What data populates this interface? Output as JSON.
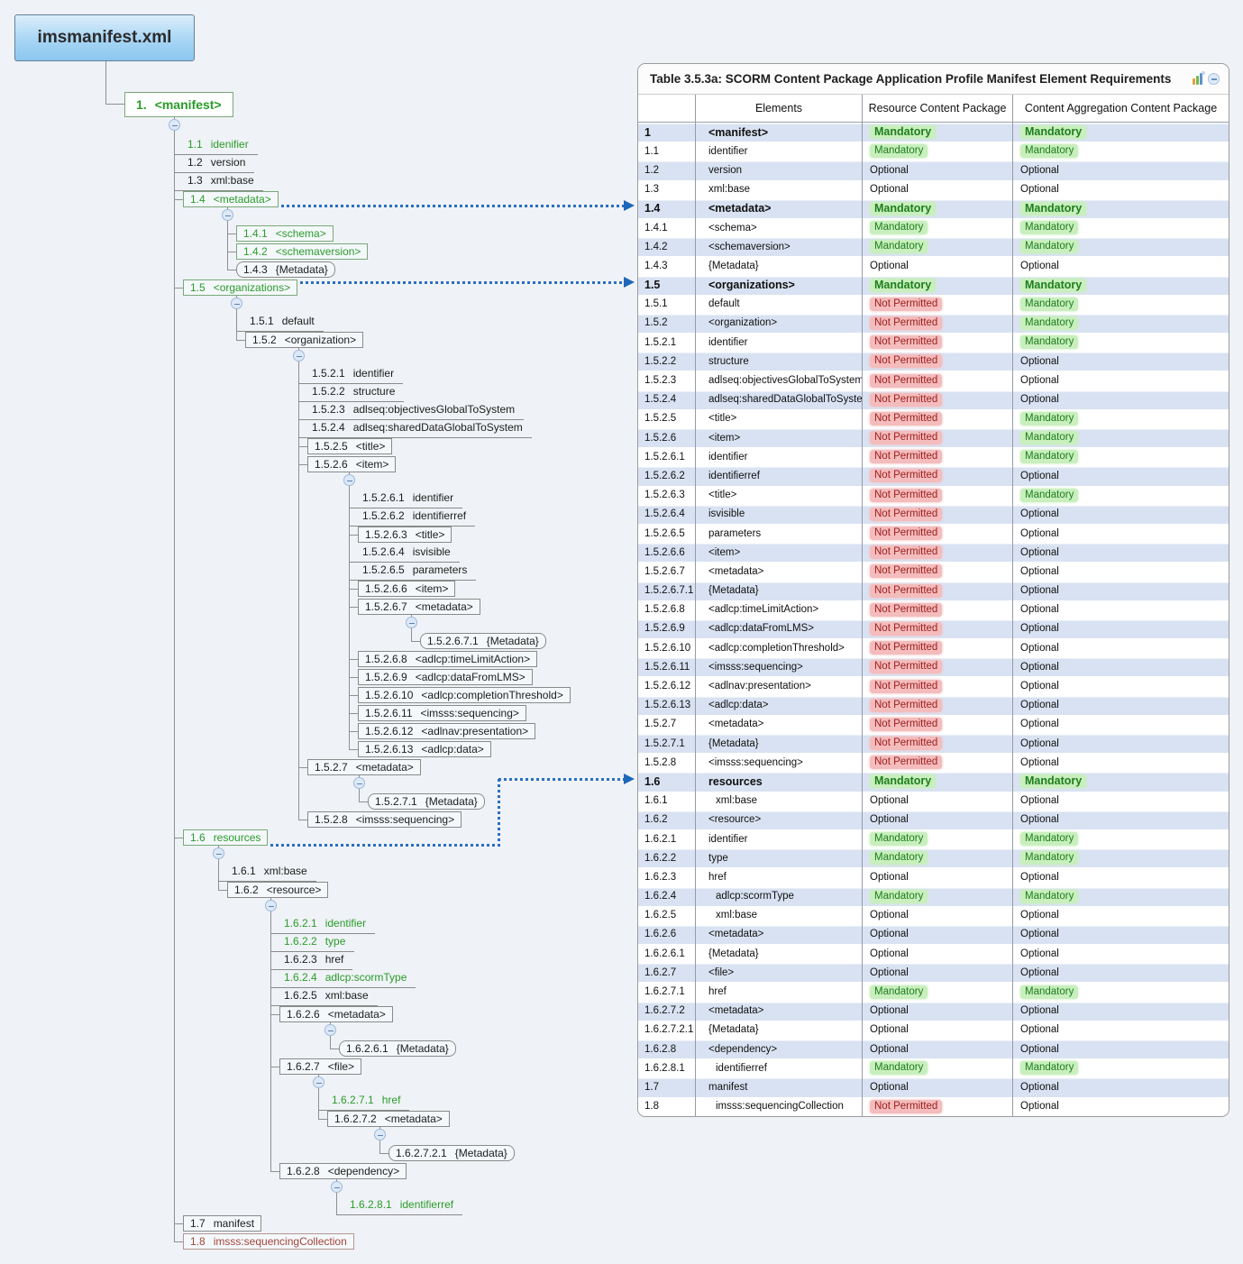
{
  "root": {
    "label": "imsmanifest.xml"
  },
  "colors": {
    "green": "#2a9c2a",
    "red": "#a4443a",
    "arrow_blue": "#2a6fc2",
    "row_blue": "#d9e2f2",
    "mandatory_text": "#1e7e1e",
    "mandatory_bg": "#c8efbd",
    "not_permitted_text": "#9c1d1d",
    "not_permitted_bg": "#f4bcbc"
  },
  "tree": {
    "root": {
      "n": "1.",
      "t": "<manifest>",
      "k": "box",
      "c": "green",
      "trunk": 193,
      "children": [
        {
          "n": "1.1",
          "t": "idenifier",
          "k": "u",
          "c": "green"
        },
        {
          "n": "1.2",
          "t": "version",
          "k": "u",
          "c": "black"
        },
        {
          "n": "1.3",
          "t": "xml:base",
          "k": "u",
          "c": "black"
        },
        {
          "n": "1.4",
          "t": "<metadata>",
          "k": "box",
          "c": "green",
          "trunk": 252,
          "children": [
            {
              "n": "1.4.1",
              "t": "<schema>",
              "k": "box",
              "c": "green"
            },
            {
              "n": "1.4.2",
              "t": "<schemaversion>",
              "k": "box",
              "c": "green"
            },
            {
              "n": "1.4.3",
              "t": "{Metadata}",
              "k": "round",
              "c": "black"
            }
          ]
        },
        {
          "n": "1.5",
          "t": "<organizations>",
          "k": "box",
          "c": "green",
          "trunk": 262,
          "children": [
            {
              "n": "1.5.1",
              "t": "default",
              "k": "u",
              "c": "black"
            },
            {
              "n": "1.5.2",
              "t": "<organization>",
              "k": "box",
              "c": "black",
              "trunk": 331,
              "children": [
                {
                  "n": "1.5.2.1",
                  "t": "identifier",
                  "k": "u",
                  "c": "black"
                },
                {
                  "n": "1.5.2.2",
                  "t": "structure",
                  "k": "u",
                  "c": "black"
                },
                {
                  "n": "1.5.2.3",
                  "t": "adlseq:objectivesGlobalToSystem",
                  "k": "u",
                  "c": "black"
                },
                {
                  "n": "1.5.2.4",
                  "t": "adlseq:sharedDataGlobalToSystem",
                  "k": "u",
                  "c": "black"
                },
                {
                  "n": "1.5.2.5",
                  "t": "<title>",
                  "k": "box",
                  "c": "black"
                },
                {
                  "n": "1.5.2.6",
                  "t": "<item>",
                  "k": "box",
                  "c": "black",
                  "trunk": 387,
                  "children": [
                    {
                      "n": "1.5.2.6.1",
                      "t": "identifier",
                      "k": "u",
                      "c": "black"
                    },
                    {
                      "n": "1.5.2.6.2",
                      "t": "identifierref",
                      "k": "u",
                      "c": "black"
                    },
                    {
                      "n": "1.5.2.6.3",
                      "t": "<title>",
                      "k": "box",
                      "c": "black"
                    },
                    {
                      "n": "1.5.2.6.4",
                      "t": "isvisible",
                      "k": "u",
                      "c": "black"
                    },
                    {
                      "n": "1.5.2.6.5",
                      "t": "parameters",
                      "k": "u",
                      "c": "black"
                    },
                    {
                      "n": "1.5.2.6.6",
                      "t": "<item>",
                      "k": "box",
                      "c": "black"
                    },
                    {
                      "n": "1.5.2.6.7",
                      "t": "<metadata>",
                      "k": "box",
                      "c": "black",
                      "trunk": 456,
                      "children": [
                        {
                          "n": "1.5.2.6.7.1",
                          "t": "{Metadata}",
                          "k": "round",
                          "c": "black"
                        }
                      ]
                    },
                    {
                      "n": "1.5.2.6.8",
                      "t": "<adlcp:timeLimitAction>",
                      "k": "box",
                      "c": "black"
                    },
                    {
                      "n": "1.5.2.6.9",
                      "t": "<adlcp:dataFromLMS>",
                      "k": "box",
                      "c": "black"
                    },
                    {
                      "n": "1.5.2.6.10",
                      "t": "<adlcp:completionThreshold>",
                      "k": "box",
                      "c": "black"
                    },
                    {
                      "n": "1.5.2.6.11",
                      "t": "<imsss:sequencing>",
                      "k": "box",
                      "c": "black"
                    },
                    {
                      "n": "1.5.2.6.12",
                      "t": "<adlnav:presentation>",
                      "k": "box",
                      "c": "black"
                    },
                    {
                      "n": "1.5.2.6.13",
                      "t": "<adlcp:data>",
                      "k": "box",
                      "c": "black"
                    }
                  ]
                },
                {
                  "n": "1.5.2.7",
                  "t": "<metadata>",
                  "k": "box",
                  "c": "black",
                  "trunk": 398,
                  "children": [
                    {
                      "n": "1.5.2.7.1",
                      "t": "{Metadata}",
                      "k": "round",
                      "c": "black"
                    }
                  ]
                },
                {
                  "n": "1.5.2.8",
                  "t": "<imsss:sequencing>",
                  "k": "box",
                  "c": "black"
                }
              ]
            }
          ]
        },
        {
          "n": "1.6",
          "t": "resources",
          "k": "box",
          "c": "green",
          "trunk": 242,
          "children": [
            {
              "n": "1.6.1",
              "t": "xml:base",
              "k": "u",
              "c": "black"
            },
            {
              "n": "1.6.2",
              "t": "<resource>",
              "k": "box",
              "c": "black",
              "trunk": 300,
              "children": [
                {
                  "n": "1.6.2.1",
                  "t": "identifier",
                  "k": "u",
                  "c": "green"
                },
                {
                  "n": "1.6.2.2",
                  "t": "type",
                  "k": "u",
                  "c": "green"
                },
                {
                  "n": "1.6.2.3",
                  "t": "href",
                  "k": "u",
                  "c": "black"
                },
                {
                  "n": "1.6.2.4",
                  "t": "adlcp:scormType",
                  "k": "u",
                  "c": "green"
                },
                {
                  "n": "1.6.2.5",
                  "t": "xml:base",
                  "k": "u",
                  "c": "black"
                },
                {
                  "n": "1.6.2.6",
                  "t": "<metadata>",
                  "k": "box",
                  "c": "black",
                  "trunk": 366,
                  "children": [
                    {
                      "n": "1.6.2.6.1",
                      "t": "{Metadata}",
                      "k": "round",
                      "c": "black"
                    }
                  ]
                },
                {
                  "n": "1.6.2.7",
                  "t": "<file>",
                  "k": "box",
                  "c": "black",
                  "trunk": 353,
                  "children": [
                    {
                      "n": "1.6.2.7.1",
                      "t": "href",
                      "k": "u",
                      "c": "green"
                    },
                    {
                      "n": "1.6.2.7.2",
                      "t": "<metadata>",
                      "k": "box",
                      "c": "black",
                      "trunk": 421,
                      "children": [
                        {
                          "n": "1.6.2.7.2.1",
                          "t": "{Metadata}",
                          "k": "round",
                          "c": "black"
                        }
                      ]
                    }
                  ]
                },
                {
                  "n": "1.6.2.8",
                  "t": "<dependency>",
                  "k": "box",
                  "c": "black",
                  "trunk": 373,
                  "children": [
                    {
                      "n": "1.6.2.8.1",
                      "t": "identifierref",
                      "k": "u",
                      "c": "green"
                    }
                  ]
                }
              ]
            }
          ]
        },
        {
          "n": "1.7",
          "t": "manifest",
          "k": "box",
          "c": "black"
        },
        {
          "n": "1.8",
          "t": "imsss:sequencingCollection",
          "k": "box",
          "c": "red"
        }
      ]
    }
  },
  "arrows": [
    {
      "from": "1.4",
      "row": 4
    },
    {
      "from": "1.5",
      "row": 8
    },
    {
      "from": "1.6",
      "row": 34,
      "elbowX": 553
    }
  ],
  "table": {
    "title": "Table 3.5.3a: SCORM Content Package Application Profile Manifest Element Requirements",
    "columns": [
      "",
      "Elements",
      "Resource Content Package",
      "Content Aggregation Content Package"
    ],
    "statuses": {
      "M": "Mandatory",
      "O": "Optional",
      "NP": "Not Permitted"
    },
    "rows": [
      {
        "num": "1",
        "el": "<manifest>",
        "r": "M",
        "c": "M",
        "b": true
      },
      {
        "num": "1.1",
        "el": "identifier",
        "r": "M",
        "c": "M"
      },
      {
        "num": "1.2",
        "el": "version",
        "r": "O",
        "c": "O"
      },
      {
        "num": "1.3",
        "el": "xml:base",
        "r": "O",
        "c": "O"
      },
      {
        "num": "1.4",
        "el": "<metadata>",
        "r": "M",
        "c": "M",
        "b": true
      },
      {
        "num": "1.4.1",
        "el": "<schema>",
        "r": "M",
        "c": "M"
      },
      {
        "num": "1.4.2",
        "el": "<schemaversion>",
        "r": "M",
        "c": "M"
      },
      {
        "num": "1.4.3",
        "el": "{Metadata}",
        "r": "O",
        "c": "O"
      },
      {
        "num": "1.5",
        "el": "<organizations>",
        "r": "M",
        "c": "M",
        "b": true
      },
      {
        "num": "1.5.1",
        "el": "default",
        "r": "NP",
        "c": "M"
      },
      {
        "num": "1.5.2",
        "el": "<organization>",
        "r": "NP",
        "c": "M"
      },
      {
        "num": "1.5.2.1",
        "el": "identifier",
        "r": "NP",
        "c": "M"
      },
      {
        "num": "1.5.2.2",
        "el": "structure",
        "r": "NP",
        "c": "O"
      },
      {
        "num": "1.5.2.3",
        "el": "adlseq:objectivesGlobalToSystem",
        "r": "NP",
        "c": "O"
      },
      {
        "num": "1.5.2.4",
        "el": "adlseq:sharedDataGlobalToSystem",
        "r": "NP",
        "c": "O"
      },
      {
        "num": "1.5.2.5",
        "el": "<title>",
        "r": "NP",
        "c": "M"
      },
      {
        "num": "1.5.2.6",
        "el": "<item>",
        "r": "NP",
        "c": "M"
      },
      {
        "num": "1.5.2.6.1",
        "el": "identifier",
        "r": "NP",
        "c": "M"
      },
      {
        "num": "1.5.2.6.2",
        "el": "identifierref",
        "r": "NP",
        "c": "O"
      },
      {
        "num": "1.5.2.6.3",
        "el": "<title>",
        "r": "NP",
        "c": "M"
      },
      {
        "num": "1.5.2.6.4",
        "el": "isvisible",
        "r": "NP",
        "c": "O"
      },
      {
        "num": "1.5.2.6.5",
        "el": "parameters",
        "r": "NP",
        "c": "O"
      },
      {
        "num": "1.5.2.6.6",
        "el": "<item>",
        "r": "NP",
        "c": "O"
      },
      {
        "num": "1.5.2.6.7",
        "el": "<metadata>",
        "r": "NP",
        "c": "O"
      },
      {
        "num": "1.5.2.6.7.1",
        "el": "{Metadata}",
        "r": "NP",
        "c": "O"
      },
      {
        "num": "1.5.2.6.8",
        "el": "<adlcp:timeLimitAction>",
        "r": "NP",
        "c": "O"
      },
      {
        "num": "1.5.2.6.9",
        "el": "<adlcp:dataFromLMS>",
        "r": "NP",
        "c": "O"
      },
      {
        "num": "1.5.2.6.10",
        "el": "<adlcp:completionThreshold>",
        "r": "NP",
        "c": "O"
      },
      {
        "num": "1.5.2.6.11",
        "el": "<imsss:sequencing>",
        "r": "NP",
        "c": "O"
      },
      {
        "num": "1.5.2.6.12",
        "el": "<adlnav:presentation>",
        "r": "NP",
        "c": "O"
      },
      {
        "num": "1.5.2.6.13",
        "el": "<adlcp:data>",
        "r": "NP",
        "c": "O"
      },
      {
        "num": "1.5.2.7",
        "el": "<metadata>",
        "r": "NP",
        "c": "O"
      },
      {
        "num": "1.5.2.7.1",
        "el": "{Metadata}",
        "r": "NP",
        "c": "O"
      },
      {
        "num": "1.5.2.8",
        "el": "<imsss:sequencing>",
        "r": "NP",
        "c": "O"
      },
      {
        "num": "1.6",
        "el": "resources",
        "r": "M",
        "c": "M",
        "b": true
      },
      {
        "num": "1.6.1",
        "el": "xml:base",
        "r": "O",
        "c": "O",
        "i": true
      },
      {
        "num": "1.6.2",
        "el": "<resource>",
        "r": "O",
        "c": "O"
      },
      {
        "num": "1.6.2.1",
        "el": "identifier",
        "r": "M",
        "c": "M"
      },
      {
        "num": "1.6.2.2",
        "el": "type",
        "r": "M",
        "c": "M"
      },
      {
        "num": "1.6.2.3",
        "el": "href",
        "r": "O",
        "c": "O"
      },
      {
        "num": "1.6.2.4",
        "el": "adlcp:scormType",
        "r": "M",
        "c": "M",
        "i": true
      },
      {
        "num": "1.6.2.5",
        "el": "xml:base",
        "r": "O",
        "c": "O",
        "i": true
      },
      {
        "num": "1.6.2.6",
        "el": "<metadata>",
        "r": "O",
        "c": "O"
      },
      {
        "num": "1.6.2.6.1",
        "el": "{Metadata}",
        "r": "O",
        "c": "O"
      },
      {
        "num": "1.6.2.7",
        "el": "<file>",
        "r": "O",
        "c": "O"
      },
      {
        "num": "1.6.2.7.1",
        "el": "href",
        "r": "M",
        "c": "M"
      },
      {
        "num": "1.6.2.7.2",
        "el": "<metadata>",
        "r": "O",
        "c": "O"
      },
      {
        "num": "1.6.2.7.2.1",
        "el": "{Metadata}",
        "r": "O",
        "c": "O"
      },
      {
        "num": "1.6.2.8",
        "el": "<dependency>",
        "r": "O",
        "c": "O"
      },
      {
        "num": "1.6.2.8.1",
        "el": "identifierref",
        "r": "M",
        "c": "M",
        "i": true
      },
      {
        "num": "1.7",
        "el": "manifest",
        "r": "O",
        "c": "O"
      },
      {
        "num": "1.8",
        "el": "imsss:sequencingCollection",
        "r": "NP",
        "c": "O",
        "i": true
      }
    ]
  }
}
